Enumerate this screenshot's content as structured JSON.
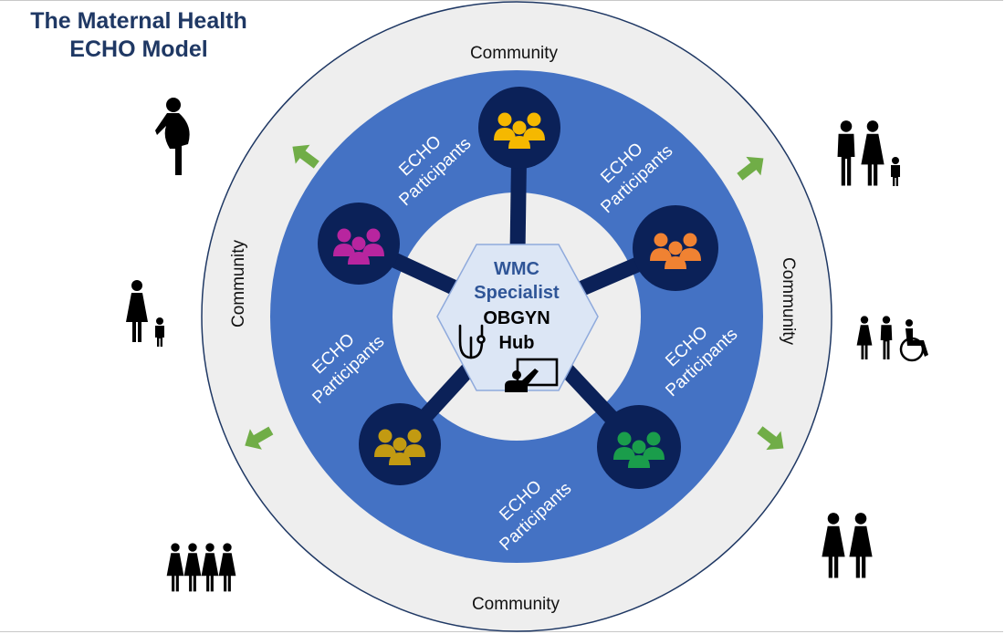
{
  "title": {
    "line1": "The Maternal Health",
    "line2": "ECHO Model"
  },
  "community_labels": [
    "Community",
    "Community",
    "Community",
    "Community"
  ],
  "participants_labels": [
    {
      "line1": "ECHO",
      "line2": "Participants"
    },
    {
      "line1": "ECHO",
      "line2": "Participants"
    },
    {
      "line1": "ECHO",
      "line2": "Participants"
    },
    {
      "line1": "ECHO",
      "line2": "Participants"
    },
    {
      "line1": "ECHO",
      "line2": "Participants"
    }
  ],
  "hub": {
    "line1": "WMC",
    "line2": "Specialist",
    "line3": "OBGYN",
    "line4": "Hub"
  },
  "colors": {
    "outer_ring": "#eeeeee",
    "middle_ring": "#4472c4",
    "node_fill": "#0b2158",
    "spoke": "#0b2158",
    "hub_fill": "#dce6f5",
    "arrow": "#70ad47",
    "group_colors": [
      "#f5b800",
      "#f08232",
      "#1a9d4b",
      "#c29a12",
      "#b8259f"
    ]
  },
  "icons": {
    "participant_groups": [
      "people-group-icon",
      "people-group-icon",
      "people-group-icon",
      "people-group-icon",
      "people-group-icon"
    ],
    "hub_icons": [
      "stethoscope-icon",
      "presenter-icon"
    ],
    "community_people": [
      "pregnant-woman-icon",
      "mother-child-icon",
      "four-women-icon",
      "family-icon",
      "family-wheelchair-icon",
      "two-women-icon"
    ]
  }
}
